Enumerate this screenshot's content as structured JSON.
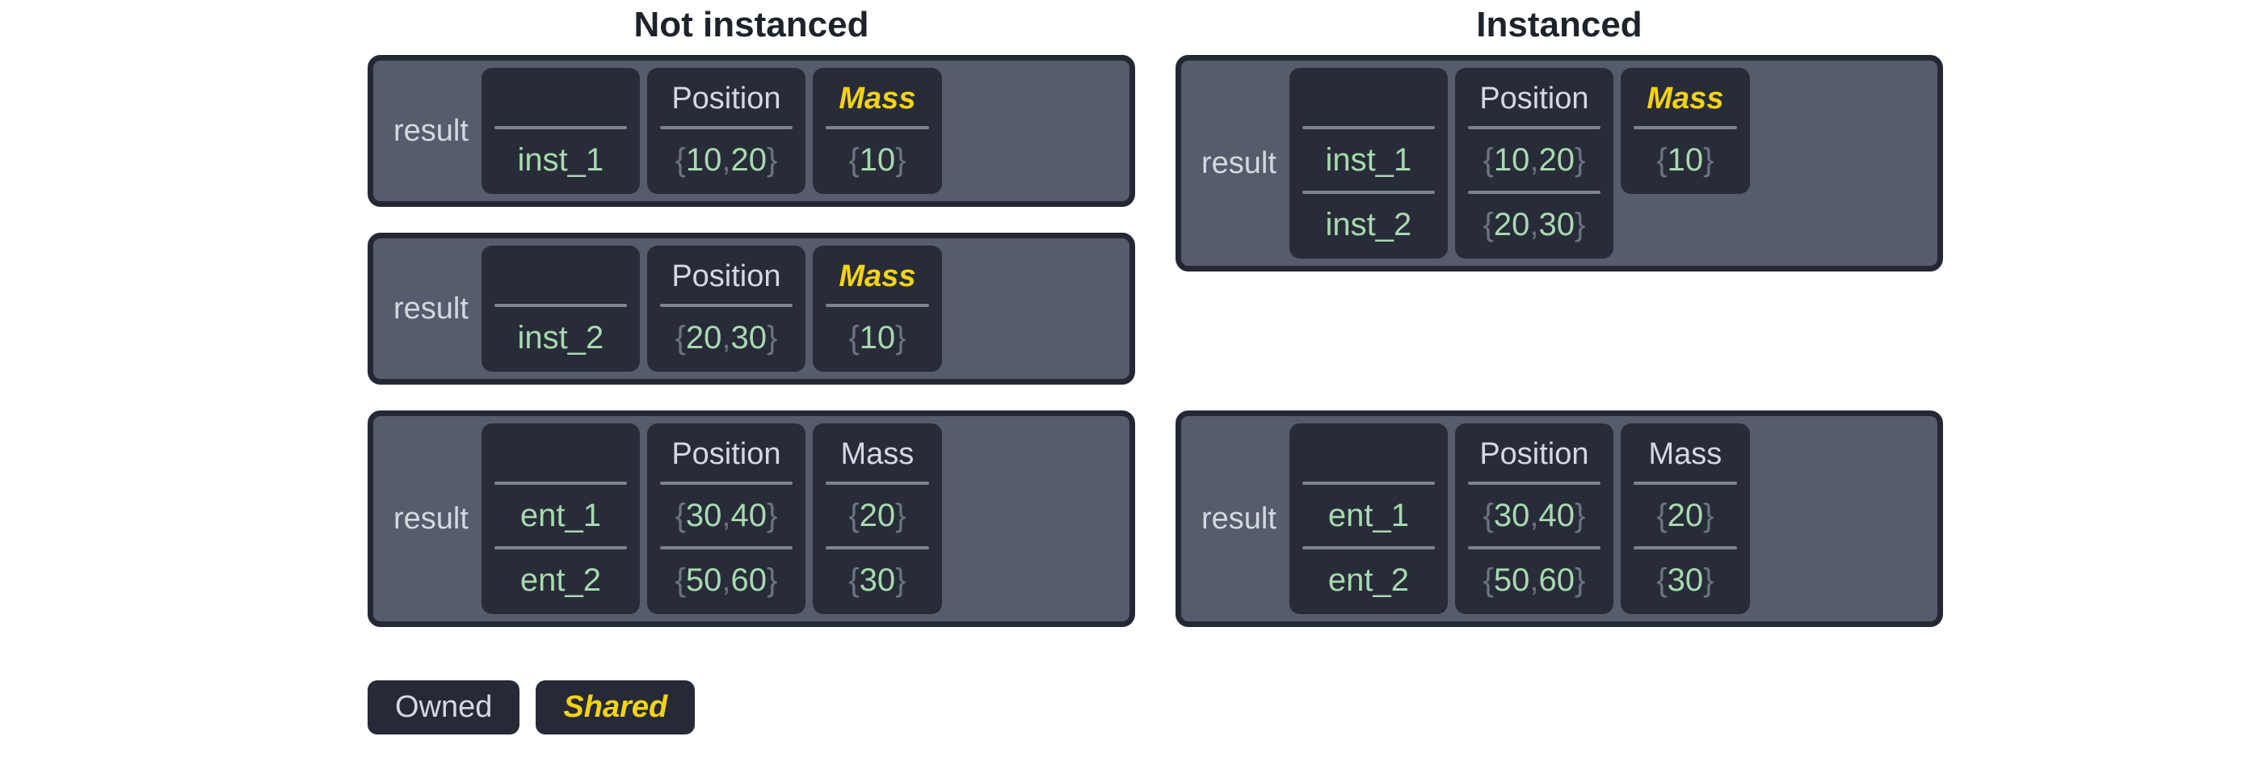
{
  "titles": {
    "left": "Not instanced",
    "right": "Instanced"
  },
  "labels": {
    "result": "result",
    "position": "Position",
    "mass": "Mass"
  },
  "legend": {
    "owned": "Owned",
    "shared": "Shared"
  },
  "colors": {
    "frame_border": "#232833",
    "frame_body": "#565c6b",
    "cell_bg": "#282c38",
    "value_green": "#a8d9b0",
    "brace_gray": "#6b7280",
    "header_white": "#d4d8e0",
    "shared_yellow": "#f5d311",
    "rule_gray": "#7c8391",
    "title_black": "#1d222b"
  },
  "not_instanced": {
    "tables": [
      {
        "label": "result",
        "columns": [
          {
            "header": "",
            "shared": false,
            "values": [
              "inst_1"
            ]
          },
          {
            "header": "Position",
            "shared": false,
            "values": [
              "{10, 20}"
            ]
          },
          {
            "header": "Mass",
            "shared": true,
            "values": [
              "{10}"
            ]
          }
        ]
      },
      {
        "label": "result",
        "columns": [
          {
            "header": "",
            "shared": false,
            "values": [
              "inst_2"
            ]
          },
          {
            "header": "Position",
            "shared": false,
            "values": [
              "{20, 30}"
            ]
          },
          {
            "header": "Mass",
            "shared": true,
            "values": [
              "{10}"
            ]
          }
        ]
      },
      {
        "label": "result",
        "columns": [
          {
            "header": "",
            "shared": false,
            "values": [
              "ent_1",
              "ent_2"
            ]
          },
          {
            "header": "Position",
            "shared": false,
            "values": [
              "{30, 40}",
              "{50, 60}"
            ]
          },
          {
            "header": "Mass",
            "shared": false,
            "values": [
              "{20}",
              "{30}"
            ]
          }
        ]
      }
    ]
  },
  "instanced": {
    "tables": [
      {
        "label": "result",
        "columns": [
          {
            "header": "",
            "shared": false,
            "values": [
              "inst_1",
              "inst_2"
            ]
          },
          {
            "header": "Position",
            "shared": false,
            "values": [
              "{10, 20}",
              "{20, 30}"
            ]
          },
          {
            "header": "Mass",
            "shared": true,
            "values": [
              "{10}"
            ]
          }
        ]
      },
      {
        "label": "result",
        "columns": [
          {
            "header": "",
            "shared": false,
            "values": [
              "ent_1",
              "ent_2"
            ]
          },
          {
            "header": "Position",
            "shared": false,
            "values": [
              "{30, 40}",
              "{50, 60}"
            ]
          },
          {
            "header": "Mass",
            "shared": false,
            "values": [
              "{20}",
              "{30}"
            ]
          }
        ]
      }
    ]
  }
}
